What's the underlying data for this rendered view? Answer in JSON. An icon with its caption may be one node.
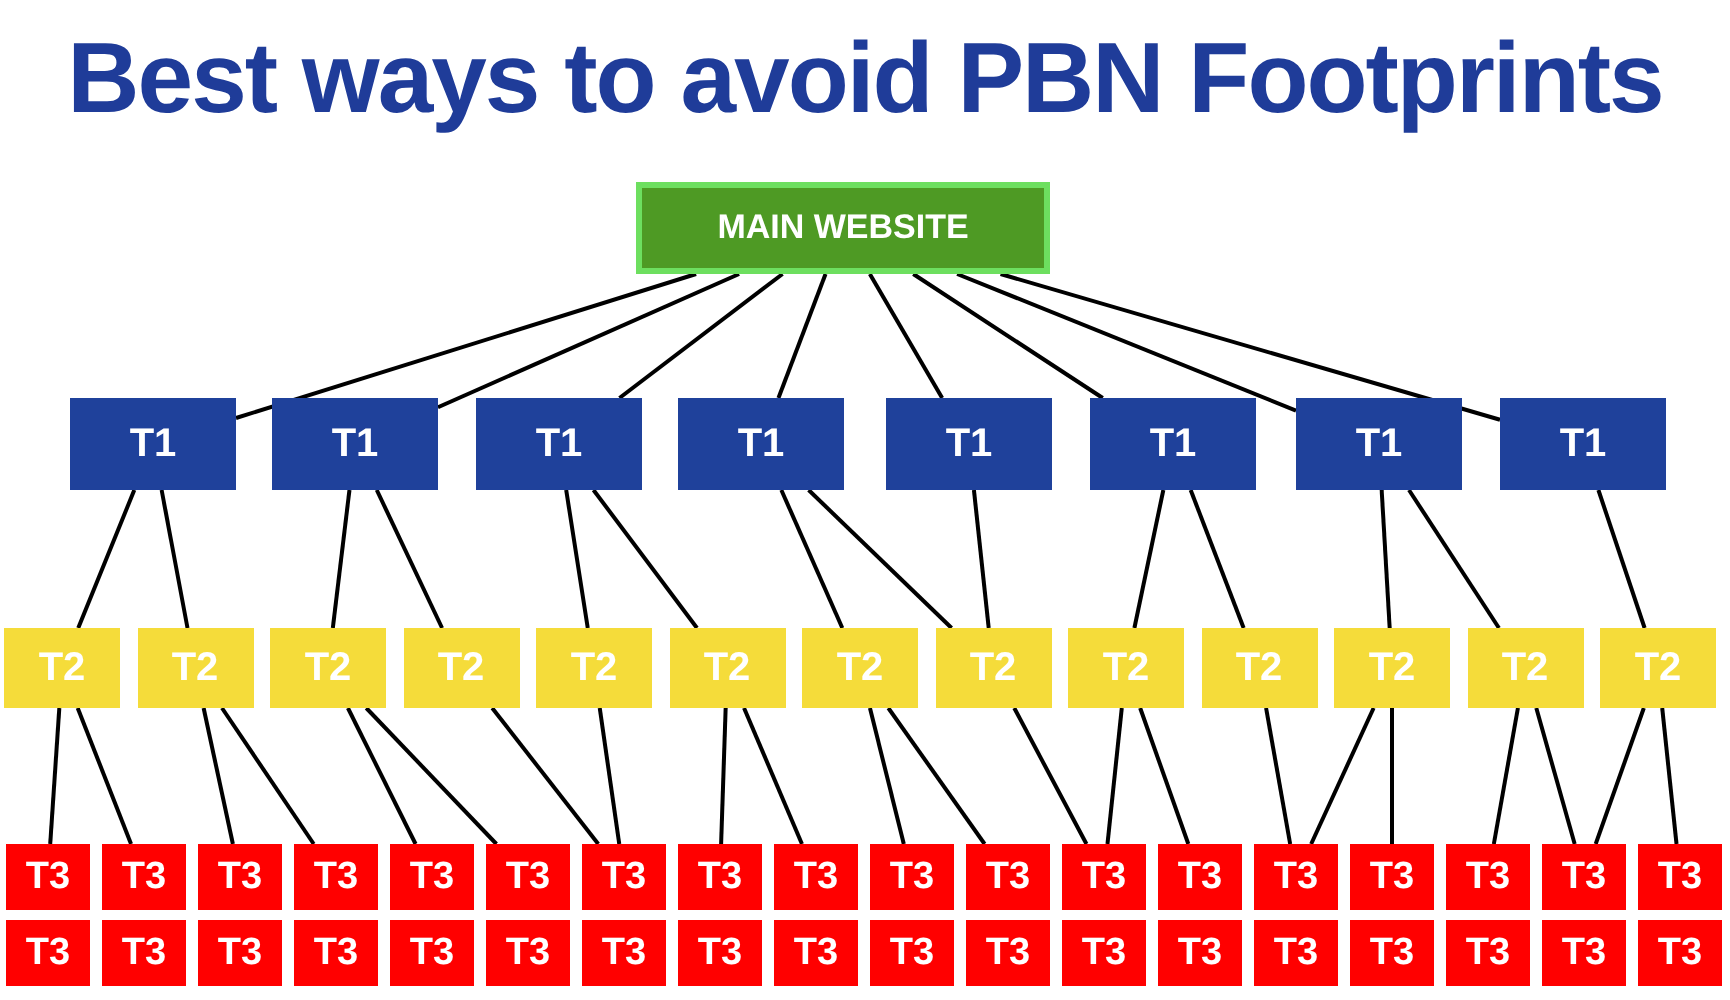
{
  "diagram": {
    "title": "Best ways to avoid PBN Footprints",
    "nodes": [
      {
        "text": [
          "MAIN WEBSITE"
        ]
      },
      {
        "text": [
          "T1"
        ]
      },
      {
        "text": [
          "T1"
        ]
      },
      {
        "text": [
          "T1"
        ]
      },
      {
        "text": [
          "T1"
        ]
      },
      {
        "text": [
          "T1"
        ]
      },
      {
        "text": [
          "T1"
        ]
      },
      {
        "text": [
          "T1"
        ]
      },
      {
        "text": [
          "T1"
        ]
      },
      {
        "text": [
          "T2"
        ]
      },
      {
        "text": [
          "T2"
        ]
      },
      {
        "text": [
          "T2"
        ]
      },
      {
        "text": [
          "T2"
        ]
      },
      {
        "text": [
          "T2"
        ]
      },
      {
        "text": [
          "T2"
        ]
      },
      {
        "text": [
          "T2"
        ]
      },
      {
        "text": [
          "T2"
        ]
      },
      {
        "text": [
          "T2"
        ]
      },
      {
        "text": [
          "T2"
        ]
      },
      {
        "text": [
          "T2"
        ]
      },
      {
        "text": [
          "T2"
        ]
      },
      {
        "text": [
          "T2"
        ]
      },
      {
        "text": [
          "T3"
        ]
      },
      {
        "text": [
          "T3"
        ]
      },
      {
        "text": [
          "T3"
        ]
      },
      {
        "text": [
          "T3"
        ]
      },
      {
        "text": [
          "T3"
        ]
      },
      {
        "text": [
          "T3"
        ]
      },
      {
        "text": [
          "T3"
        ]
      },
      {
        "text": [
          "T3"
        ]
      },
      {
        "text": [
          "T3"
        ]
      },
      {
        "text": [
          "T3"
        ]
      },
      {
        "text": [
          "T3"
        ]
      },
      {
        "text": [
          "T3"
        ]
      },
      {
        "text": [
          "T3"
        ]
      },
      {
        "text": [
          "T3"
        ]
      },
      {
        "text": [
          "T3"
        ]
      },
      {
        "text": [
          "T3"
        ]
      },
      {
        "text": [
          "T3"
        ]
      },
      {
        "text": [
          "T3"
        ]
      },
      {
        "text": [
          "T3"
        ]
      },
      {
        "text": [
          "T3"
        ]
      },
      {
        "text": [
          "T3"
        ]
      },
      {
        "text": [
          "T3"
        ]
      },
      {
        "text": [
          "T3"
        ]
      },
      {
        "text": [
          "T3"
        ]
      },
      {
        "text": [
          "T3"
        ]
      },
      {
        "text": [
          "T3"
        ]
      },
      {
        "text": [
          "T3"
        ]
      },
      {
        "text": [
          "T3"
        ]
      },
      {
        "text": [
          "T3"
        ]
      },
      {
        "text": [
          "T3"
        ]
      },
      {
        "text": [
          "T3"
        ]
      },
      {
        "text": [
          "T3"
        ]
      },
      {
        "text": [
          "T3"
        ]
      },
      {
        "text": [
          "T3"
        ]
      },
      {
        "text": [
          "T3"
        ]
      },
      {
        "text": [
          "T3"
        ]
      }
    ],
    "edges": [
      {
        "from": 0,
        "to": 1,
        "arrow": "none"
      },
      {
        "from": 0,
        "to": 2,
        "arrow": "none"
      },
      {
        "from": 0,
        "to": 3,
        "arrow": "none"
      },
      {
        "from": 0,
        "to": 4,
        "arrow": "none"
      },
      {
        "from": 0,
        "to": 5,
        "arrow": "none"
      },
      {
        "from": 0,
        "to": 6,
        "arrow": "none"
      },
      {
        "from": 0,
        "to": 7,
        "arrow": "none"
      },
      {
        "from": 0,
        "to": 8,
        "arrow": "none"
      },
      {
        "from": 1,
        "to": 9,
        "arrow": "none"
      },
      {
        "from": 1,
        "to": 10,
        "arrow": "none"
      },
      {
        "from": 2,
        "to": 11,
        "arrow": "none"
      },
      {
        "from": 2,
        "to": 12,
        "arrow": "none"
      },
      {
        "from": 3,
        "to": 13,
        "arrow": "none"
      },
      {
        "from": 3,
        "to": 14,
        "arrow": "none"
      },
      {
        "from": 4,
        "to": 15,
        "arrow": "none"
      },
      {
        "from": 4,
        "to": 16,
        "arrow": "none"
      },
      {
        "from": 5,
        "to": 16,
        "arrow": "none"
      },
      {
        "from": 6,
        "to": 17,
        "arrow": "none"
      },
      {
        "from": 6,
        "to": 18,
        "arrow": "none"
      },
      {
        "from": 7,
        "to": 19,
        "arrow": "none"
      },
      {
        "from": 7,
        "to": 20,
        "arrow": "none"
      },
      {
        "from": 8,
        "to": 21,
        "arrow": "none"
      },
      {
        "from": 9,
        "to": 22,
        "arrow": "none"
      },
      {
        "from": 9,
        "to": 23,
        "arrow": "none"
      },
      {
        "from": 10,
        "to": 24,
        "arrow": "none"
      },
      {
        "from": 10,
        "to": 25,
        "arrow": "none"
      },
      {
        "from": 11,
        "to": 26,
        "arrow": "none"
      },
      {
        "from": 11,
        "to": 27,
        "arrow": "none"
      },
      {
        "from": 12,
        "to": 28,
        "arrow": "none"
      },
      {
        "from": 13,
        "to": 28,
        "arrow": "none"
      },
      {
        "from": 14,
        "to": 29,
        "arrow": "none"
      },
      {
        "from": 14,
        "to": 30,
        "arrow": "none"
      },
      {
        "from": 15,
        "to": 31,
        "arrow": "none"
      },
      {
        "from": 15,
        "to": 32,
        "arrow": "none"
      },
      {
        "from": 16,
        "to": 33,
        "arrow": "none"
      },
      {
        "from": 17,
        "to": 33,
        "arrow": "none"
      },
      {
        "from": 17,
        "to": 34,
        "arrow": "none"
      },
      {
        "from": 18,
        "to": 35,
        "arrow": "none"
      },
      {
        "from": 19,
        "to": 35,
        "arrow": "none"
      },
      {
        "from": 19,
        "to": 36,
        "arrow": "none"
      },
      {
        "from": 20,
        "to": 37,
        "arrow": "none"
      },
      {
        "from": 20,
        "to": 38,
        "arrow": "none"
      },
      {
        "from": 21,
        "to": 38,
        "arrow": "none"
      },
      {
        "from": 21,
        "to": 39,
        "arrow": "none"
      }
    ]
  }
}
